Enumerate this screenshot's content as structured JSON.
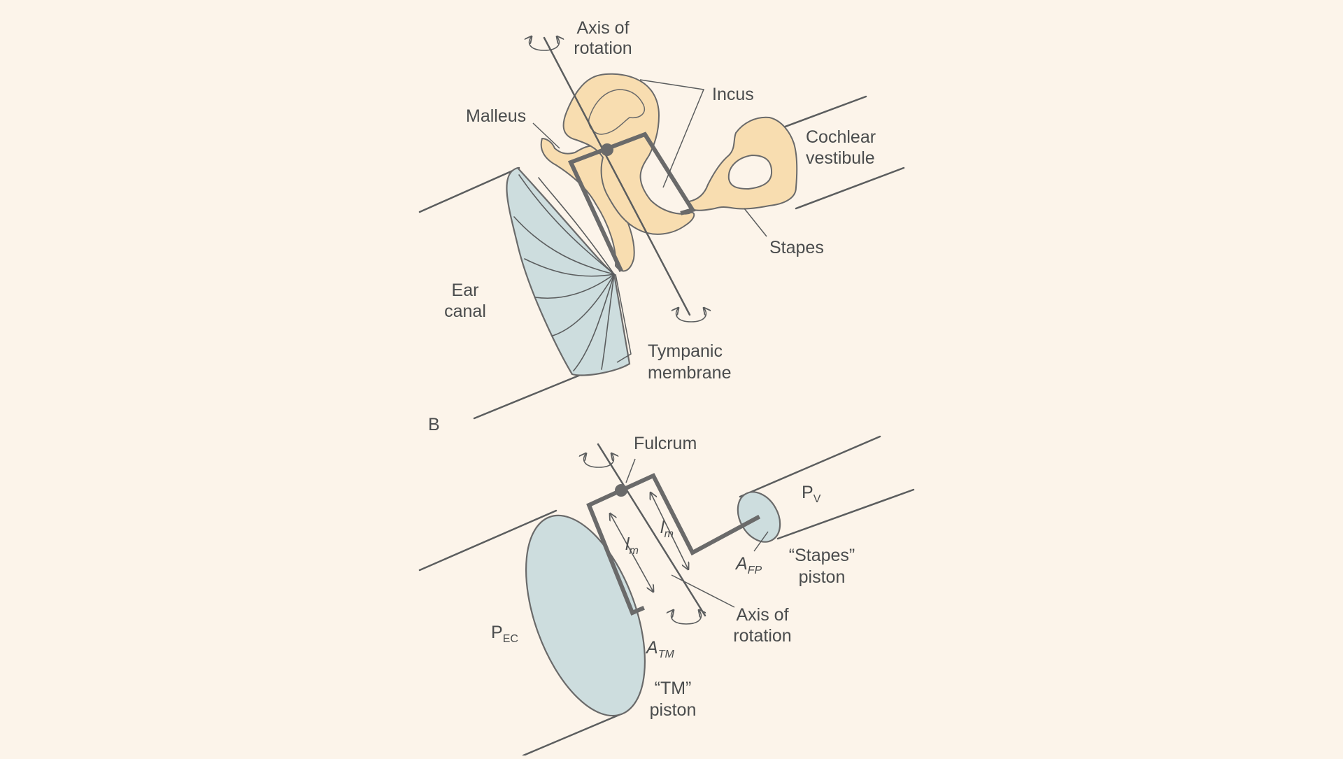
{
  "panel_b": {
    "label": "B",
    "axis_label": [
      "Axis of",
      "rotation"
    ],
    "incus": "Incus",
    "malleus": "Malleus",
    "cochlear": [
      "Cochlear",
      "vestibule"
    ],
    "stapes": "Stapes",
    "ear_canal": [
      "Ear",
      "canal"
    ],
    "tympanic": [
      "Tympanic",
      "membrane"
    ]
  },
  "panel_c": {
    "fulcrum": "Fulcrum",
    "pv": {
      "main": "P",
      "sub": "V"
    },
    "afp": {
      "main": "A",
      "sub": "FP"
    },
    "stapes_piston": [
      "“Stapes”",
      "piston"
    ],
    "lm_left": {
      "main": "l",
      "sub": "m"
    },
    "lm_right": {
      "main": "l",
      "sub": "m"
    },
    "axis_label": [
      "Axis of",
      "rotation"
    ],
    "pec": {
      "main": "P",
      "sub": "EC"
    },
    "atm": {
      "main": "A",
      "sub": "TM"
    },
    "tm_piston": [
      "“TM”",
      "piston"
    ]
  },
  "colors": {
    "background": "#fcf4ea",
    "bone": "#f8ddb0",
    "membrane": "#cdddde",
    "lines": "#5b5d5e"
  }
}
